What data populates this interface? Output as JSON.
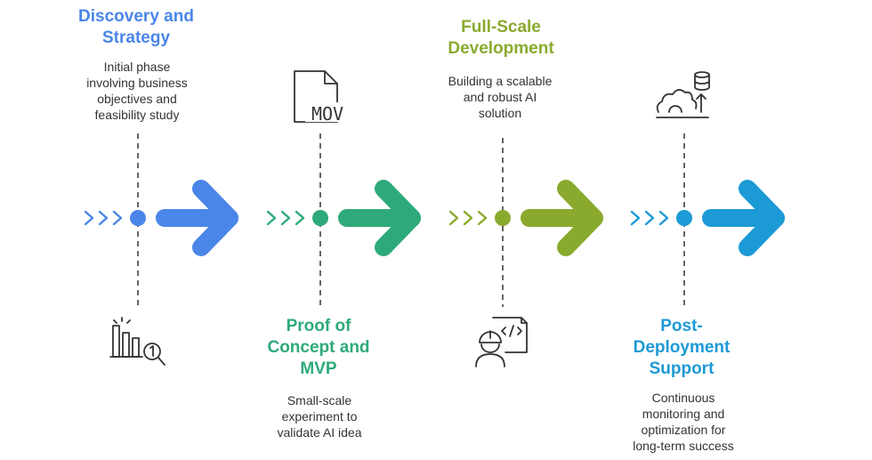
{
  "stages": [
    {
      "title_lines": [
        "Discovery and",
        "Strategy"
      ],
      "desc_lines": [
        "Initial phase",
        "involving business",
        "objectives and",
        "feasibility study"
      ],
      "icon": "ranking-chart-magnifier-icon",
      "color": "#4a86e8"
    },
    {
      "title_lines": [
        "Proof of",
        "Concept and",
        "MVP"
      ],
      "desc_lines": [
        "Small-scale",
        "experiment to",
        "validate AI idea"
      ],
      "icon": "mov-file-icon",
      "icon_text": "MOV",
      "color": "#2eaa7a"
    },
    {
      "title_lines": [
        "Full-Scale",
        "Development"
      ],
      "desc_lines": [
        "Building a scalable",
        "and robust AI",
        "solution"
      ],
      "icon": "developer-code-icon",
      "color": "#8aaa2e"
    },
    {
      "title_lines": [
        "Post-",
        "Deployment",
        "Support"
      ],
      "desc_lines": [
        "Continuous",
        "monitoring and",
        "optimization for",
        "long-term success"
      ],
      "icon": "database-cloud-upload-icon",
      "color": "#1c9ad6"
    }
  ]
}
